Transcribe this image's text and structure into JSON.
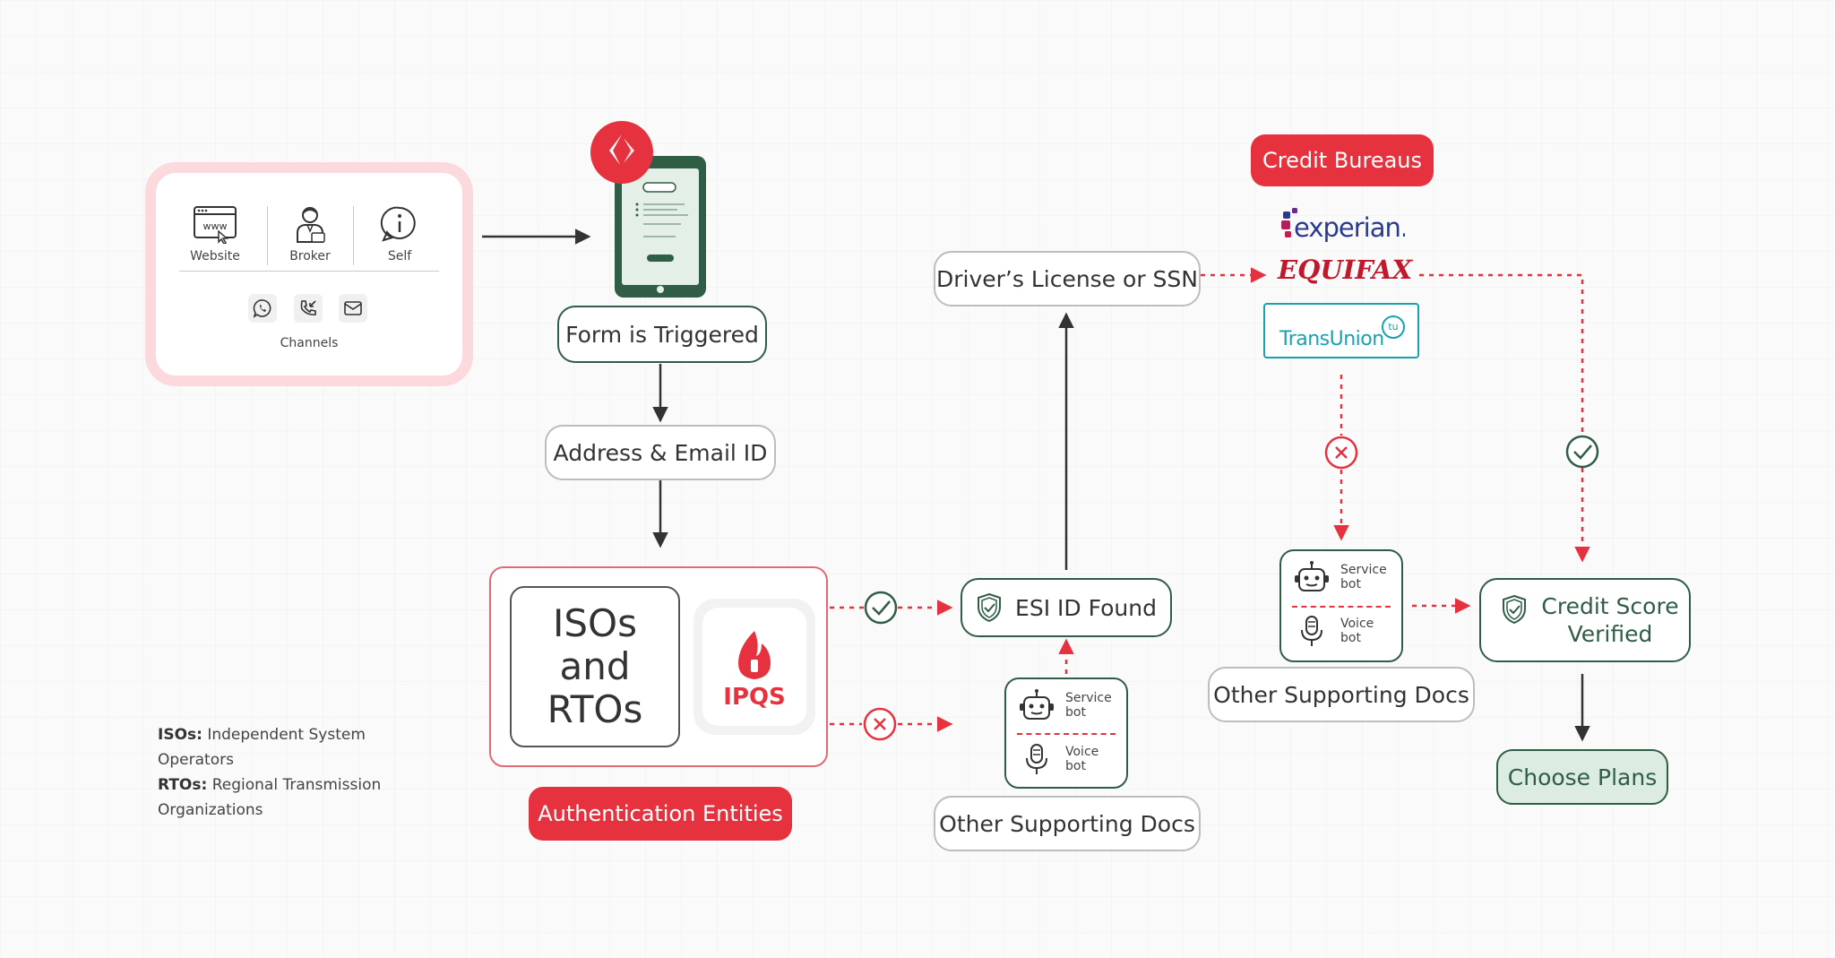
{
  "colors": {
    "accent_red": "#e6323f",
    "dark_green": "#2f5d45",
    "light_green": "#dcece2",
    "pink_border": "#fbd9dc"
  },
  "sources": {
    "website_label": "Website",
    "broker_label": "Broker",
    "self_label": "Self",
    "channels_label": "Channels",
    "channel_icons": [
      "whatsapp-icon",
      "phone-icon",
      "mail-icon"
    ]
  },
  "flow": {
    "form_triggered": "Form is Triggered",
    "address_email": "Address & Email ID",
    "iso_text": [
      "ISOs",
      "and",
      "RTOs"
    ],
    "ipqs_logo": "IPQS",
    "auth_entities": "Authentication Entities",
    "esi_found": "ESI ID Found",
    "drivers_license": "Driver’s License or SSN",
    "other_docs_1": "Other Supporting Docs",
    "other_docs_2": "Other Supporting Docs",
    "credit_bureaus": "Credit Bureaus",
    "credit_verified": "Credit Score Verified",
    "choose_plans": "Choose Plans"
  },
  "bots": {
    "service": "Service bot",
    "voice": "Voice bot"
  },
  "bureaus": {
    "experian": "experian.",
    "equifax": "EQUIFAX",
    "transunion": "TransUnion",
    "tu_badge": "tu"
  },
  "legend": {
    "isos_term": "ISOs:",
    "isos_def": " Independent System Operators",
    "rtos_term": "RTOs:",
    "rtos_def": " Regional Transmission Organizations"
  }
}
